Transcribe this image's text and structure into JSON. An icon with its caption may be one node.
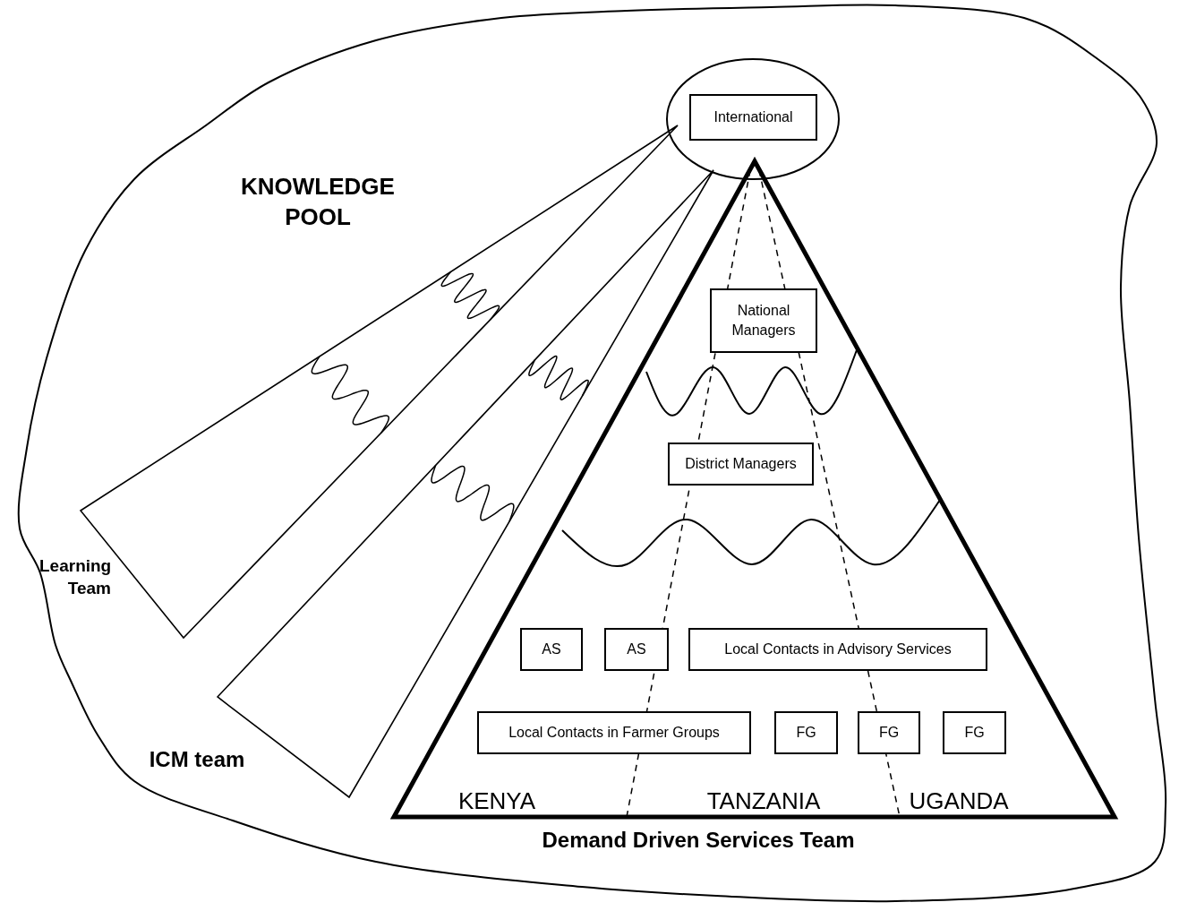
{
  "diagram": {
    "nodes": [
      {
        "text": [
          "KNOWLEDGE POOL"
        ]
      },
      {
        "text": [],
        "shape": "ellipse",
        "in": 0
      },
      {
        "text": [
          "International"
        ],
        "in": 1
      },
      {
        "text": [
          "KENYA",
          "TANZANIA",
          "UGANDA"
        ],
        "beside": [
          "Demand Driven Services Team"
        ],
        "in": 0
      },
      {
        "text": [
          "National Managers"
        ],
        "in": 3
      },
      {
        "text": [
          "District Managers"
        ],
        "in": 3
      },
      {
        "text": [
          "AS"
        ],
        "in": 3
      },
      {
        "text": [
          "AS"
        ],
        "in": 3
      },
      {
        "text": [
          "Local Contacts in Advisory Services"
        ],
        "in": 3
      },
      {
        "text": [
          "Local Contacts in Farmer Groups"
        ],
        "in": 3
      },
      {
        "text": [
          "FG"
        ],
        "in": 3
      },
      {
        "text": [
          "FG"
        ],
        "in": 3
      },
      {
        "text": [
          "FG"
        ],
        "in": 3
      },
      {
        "text": [],
        "shape": "wedge",
        "beside": [
          "Learning Team"
        ],
        "in": 0
      },
      {
        "text": [],
        "shape": "wedge",
        "beside": [
          "ICM team"
        ],
        "in": 0
      }
    ]
  }
}
